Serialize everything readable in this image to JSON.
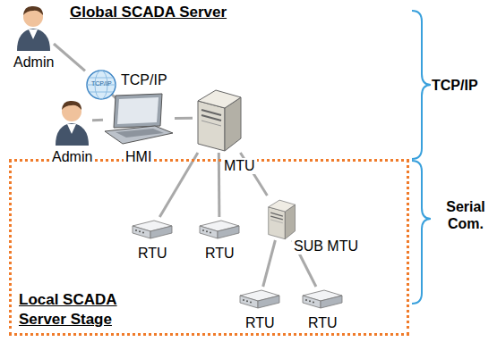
{
  "diagram": {
    "title": "Global SCADA Server",
    "nodes": [
      {
        "text": [
          "Admin"
        ]
      },
      {
        "text": [
          "TCP/IP"
        ]
      },
      {
        "text": [
          "Local SCADA Server Stage"
        ]
      },
      {
        "text": [
          "Admin"
        ]
      },
      {
        "text": [
          "HMI"
        ]
      },
      {
        "text": [
          "MTU"
        ]
      },
      {
        "text": [
          "RTU"
        ],
        "in": 2
      },
      {
        "text": [
          "RTU"
        ],
        "in": 2
      },
      {
        "text": [
          "SUB MTU"
        ],
        "in": 2
      },
      {
        "text": [
          "RTU"
        ],
        "in": 2
      },
      {
        "text": [
          "RTU"
        ],
        "in": 2
      }
    ],
    "edges": [
      {
        "from": 0,
        "to": 1,
        "arrow": "none"
      },
      {
        "from": 1,
        "to": 4,
        "arrow": "none"
      },
      {
        "from": 3,
        "to": 4,
        "arrow": "none"
      },
      {
        "from": 4,
        "to": 5,
        "arrow": "none"
      },
      {
        "from": 5,
        "to": 6,
        "arrow": "none"
      },
      {
        "from": 5,
        "to": 7,
        "arrow": "none"
      },
      {
        "from": 5,
        "to": 8,
        "arrow": "none"
      },
      {
        "from": 8,
        "to": 9,
        "arrow": "none"
      },
      {
        "from": 8,
        "to": 10,
        "arrow": "none"
      }
    ],
    "labels": [
      "TCP/IP",
      "TCP/IP",
      "Serial Com."
    ]
  }
}
